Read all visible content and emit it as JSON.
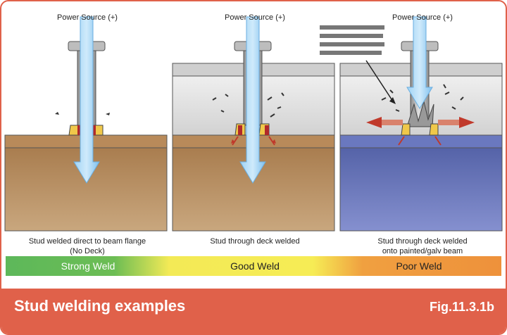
{
  "panels": [
    {
      "power_label": "Power Source (+)",
      "caption_line1": "Stud welded direct to beam flange",
      "caption_line2": "(No Deck)"
    },
    {
      "power_label": "Power Source (+)",
      "caption_line1": "Stud through deck welded",
      "caption_line2": ""
    },
    {
      "power_label": "Power Source (+)",
      "caption_line1": "Stud through deck welded",
      "caption_line2": "onto painted/galv beam"
    }
  ],
  "quality_band": {
    "strong": "Strong Weld",
    "good": "Good Weld",
    "poor": "Poor Weld"
  },
  "footer": {
    "title": "Stud welding examples",
    "fig_number": "Fig.11.3.1b"
  },
  "colors": {
    "accent": "#e0614a",
    "beam": "#c49a6c",
    "painted_beam": "#7080c0",
    "arrow": "#8ccbf2",
    "deck": "#d9d9d9"
  }
}
